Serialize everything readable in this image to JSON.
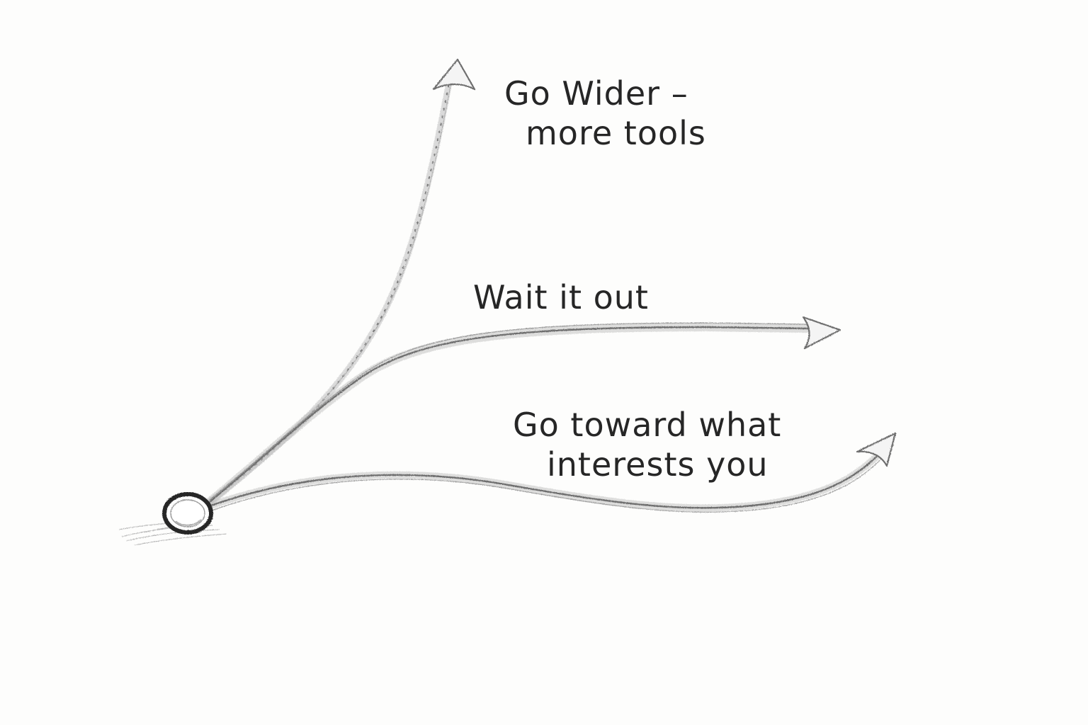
{
  "colors": {
    "ink": "#262626",
    "pencil": "#6e6e6e",
    "shade": "#a8a8a8",
    "paper": "#fdfdfc"
  },
  "paths": [
    {
      "id": "go-wider",
      "lines": [
        "Go Wider –",
        "more tools"
      ],
      "style": "dotted"
    },
    {
      "id": "wait-it-out",
      "lines": [
        "Wait it out"
      ],
      "style": "solid"
    },
    {
      "id": "go-toward",
      "lines": [
        "Go toward what",
        "interests you"
      ],
      "style": "solid"
    }
  ],
  "icons": {
    "start": "start-circle-icon",
    "arrowhead": "arrowhead-icon"
  }
}
